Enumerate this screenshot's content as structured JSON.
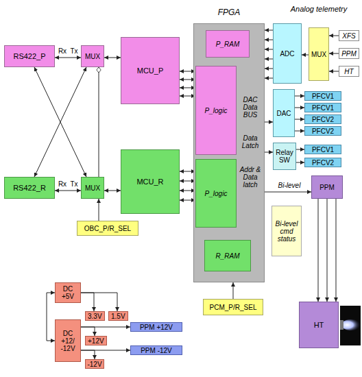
{
  "diagram": {
    "nodes": [
      {
        "text": [
          "RS422_P"
        ]
      },
      {
        "text": [
          "MUX"
        ]
      },
      {
        "text": [
          "MCU_P"
        ]
      },
      {
        "text": [
          "FPGA"
        ]
      },
      {
        "text": [
          "P_RAM"
        ],
        "in": 3
      },
      {
        "text": [
          "P_logic"
        ],
        "in": 3
      },
      {
        "text": [
          "P_logic"
        ],
        "in": 3
      },
      {
        "text": [
          "R_RAM"
        ],
        "in": 3
      },
      {
        "text": [
          "ADC"
        ]
      },
      {
        "text": [
          "MUX"
        ]
      },
      {
        "text": [
          "XFS"
        ]
      },
      {
        "text": [
          "PPM"
        ]
      },
      {
        "text": [
          "HT"
        ]
      },
      {
        "text": [
          "DAC"
        ]
      },
      {
        "text": [
          "PFCV1"
        ]
      },
      {
        "text": [
          "PFCV1"
        ]
      },
      {
        "text": [
          "PFCV2"
        ]
      },
      {
        "text": [
          "PFCV2"
        ]
      },
      {
        "text": [
          "Relay SW"
        ]
      },
      {
        "text": [
          "PFCV1"
        ]
      },
      {
        "text": [
          "PFCV2"
        ]
      },
      {
        "text": [
          "PPM"
        ]
      },
      {
        "text": [
          "Bi-level cmd status"
        ]
      },
      {
        "text": [
          "RS422_R"
        ]
      },
      {
        "text": [
          "MUX"
        ]
      },
      {
        "text": [
          "MCU_R"
        ]
      },
      {
        "text": [
          "OBC_P/R_SEL"
        ]
      },
      {
        "text": [
          "HT"
        ]
      },
      {
        "text": [
          "PCM_P/R_SEL"
        ]
      },
      {
        "text": [
          "DC +5V"
        ]
      },
      {
        "text": [
          "3.3V"
        ]
      },
      {
        "text": [
          "1.5V"
        ]
      },
      {
        "text": [
          "DC +12/ -12V"
        ]
      },
      {
        "text": [
          "PPM +12V"
        ]
      },
      {
        "text": [
          "+12V"
        ]
      },
      {
        "text": [
          "PPM -12V"
        ]
      },
      {
        "text": [
          "-12V"
        ]
      }
    ],
    "edges": [
      {
        "from": 0,
        "to": 1,
        "arrow": "both"
      },
      {
        "from": 1,
        "to": 2,
        "arrow": "both"
      },
      {
        "from": 2,
        "to": 5,
        "arrow": "both"
      },
      {
        "from": 2,
        "to": 5,
        "arrow": "both"
      },
      {
        "from": 2,
        "to": 5,
        "arrow": "both"
      },
      {
        "from": 2,
        "to": 5,
        "arrow": "both"
      },
      {
        "from": 0,
        "to": 24,
        "arrow": "both"
      },
      {
        "from": 23,
        "to": 1,
        "arrow": "both"
      },
      {
        "from": 24,
        "to": 1,
        "arrow": "to"
      },
      {
        "from": 26,
        "to": 24,
        "arrow": "to"
      },
      {
        "from": 23,
        "to": 24,
        "arrow": "both"
      },
      {
        "from": 24,
        "to": 25,
        "arrow": "both"
      },
      {
        "from": 25,
        "to": 6,
        "arrow": "both"
      },
      {
        "from": 25,
        "to": 6,
        "arrow": "both"
      },
      {
        "from": 25,
        "to": 6,
        "arrow": "both"
      },
      {
        "from": 25,
        "to": 6,
        "arrow": "both"
      },
      {
        "from": 9,
        "to": 8,
        "arrow": "to"
      },
      {
        "from": 10,
        "to": 9,
        "arrow": "to"
      },
      {
        "from": 11,
        "to": 9,
        "arrow": "to"
      },
      {
        "from": 12,
        "to": 9,
        "arrow": "to"
      },
      {
        "from": 8,
        "to": 3,
        "arrow": "to"
      },
      {
        "from": 8,
        "to": 3,
        "arrow": "to"
      },
      {
        "from": 8,
        "to": 3,
        "arrow": "to"
      },
      {
        "from": 8,
        "to": 3,
        "arrow": "to"
      },
      {
        "from": 8,
        "to": 3,
        "arrow": "to"
      },
      {
        "from": 8,
        "to": 3,
        "arrow": "to"
      },
      {
        "from": 5,
        "to": 13,
        "label": "DAC Data BUS",
        "arrow": "to"
      },
      {
        "from": 13,
        "to": 14,
        "arrow": "to"
      },
      {
        "from": 13,
        "to": 15,
        "arrow": "to"
      },
      {
        "from": 13,
        "to": 16,
        "arrow": "to"
      },
      {
        "from": 13,
        "to": 17,
        "arrow": "to"
      },
      {
        "from": 5,
        "to": 18,
        "label": "Data Latch",
        "arrow": "to"
      },
      {
        "from": 18,
        "to": 19,
        "arrow": "to"
      },
      {
        "from": 18,
        "to": 20,
        "arrow": "to"
      },
      {
        "from": 6,
        "to": 21,
        "label": "Addr & Data latch",
        "arrow": "to"
      },
      {
        "from": 21,
        "to": 27,
        "arrow": "to"
      },
      {
        "from": 21,
        "to": 27,
        "arrow": "to"
      },
      {
        "from": 21,
        "to": 27,
        "arrow": "to"
      },
      {
        "from": 28,
        "to": 3,
        "arrow": "to"
      },
      {
        "from": 29,
        "to": 30,
        "arrow": "to"
      },
      {
        "from": 29,
        "to": 31,
        "arrow": "to"
      },
      {
        "from": 32,
        "to": 33,
        "arrow": "to"
      },
      {
        "from": 32,
        "to": 34,
        "arrow": "to"
      },
      {
        "from": 32,
        "to": 35,
        "arrow": "to"
      },
      {
        "from": 32,
        "to": 36,
        "arrow": "to"
      }
    ],
    "labels": [
      "Analog telemetry",
      "Rx",
      "Tx",
      "Rx",
      "Tx",
      "Bi-level"
    ]
  }
}
